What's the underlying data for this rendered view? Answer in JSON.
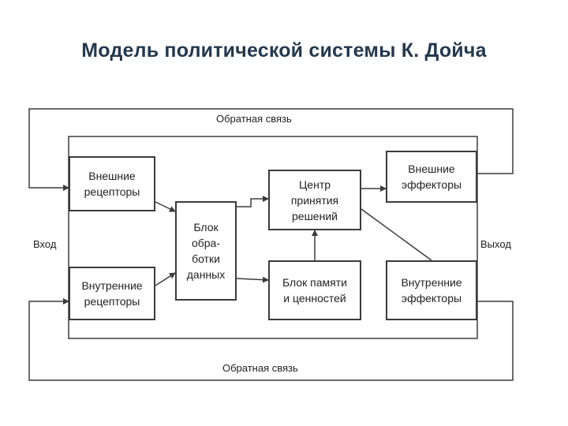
{
  "title": "Модель политической системы К. Дойча",
  "labels": {
    "feedback_top": "Обратная связь",
    "feedback_bottom": "Обратная связь",
    "input": "Вход",
    "output": "Выход"
  },
  "blocks": {
    "ext_receptors": "Внешние\nрецепторы",
    "int_receptors": "Внутренние\nрецепторы",
    "data_processing": "Блок\nобра-\nботки\nданных",
    "decision_center": "Центр\nпринятия\nрешений",
    "memory": "Блок памяти\nи ценностей",
    "ext_effectors": "Внешние\nэффекторы",
    "int_effectors": "Внутренние\nэффекторы"
  },
  "colors": {
    "title": "#24394f",
    "line": "#3b3b3b"
  }
}
